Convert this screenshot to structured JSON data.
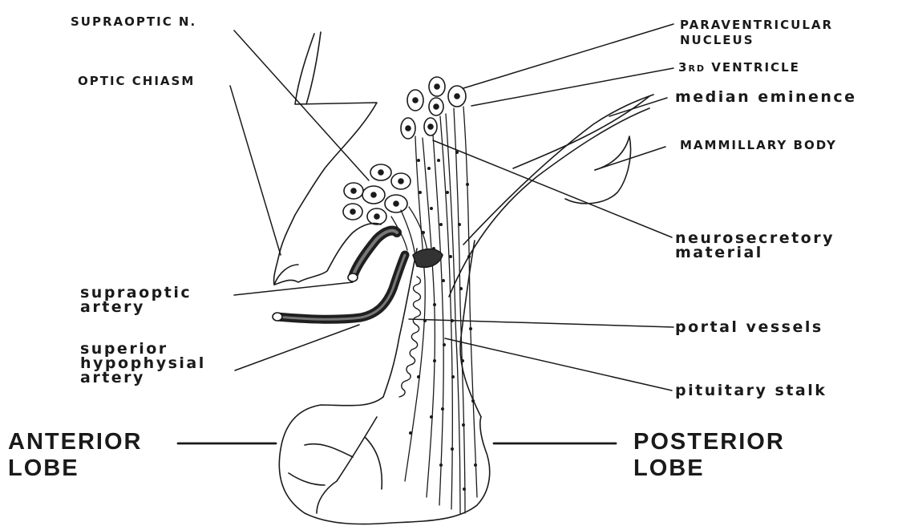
{
  "labels": {
    "supraoptic_n": "SUPRAOPTIC N.",
    "optic_chiasm": "OPTIC CHIASM",
    "paraventricular_nucleus": "PARAVENTRICULAR\nNUCLEUS",
    "third_ventricle_prefix": "3",
    "third_ventricle_rd": "RD",
    "third_ventricle_rest": " VENTRICLE",
    "median_eminence": "median eminence",
    "mammillary_body": "MAMMILLARY BODY",
    "neurosecretory_material": "neurosecretory\nmaterial",
    "supraoptic_artery": "supraoptic\nartery",
    "superior_hypophysial_artery": "superior\nhypophysial\nartery",
    "portal_vessels": "portal vessels",
    "pituitary_stalk": "pituitary stalk",
    "anterior_lobe": "ANTERIOR\nLOBE",
    "posterior_lobe": "POSTERIOR\nLOBE"
  },
  "colors": {
    "ink": "#1a1a1a",
    "background": "#ffffff"
  }
}
